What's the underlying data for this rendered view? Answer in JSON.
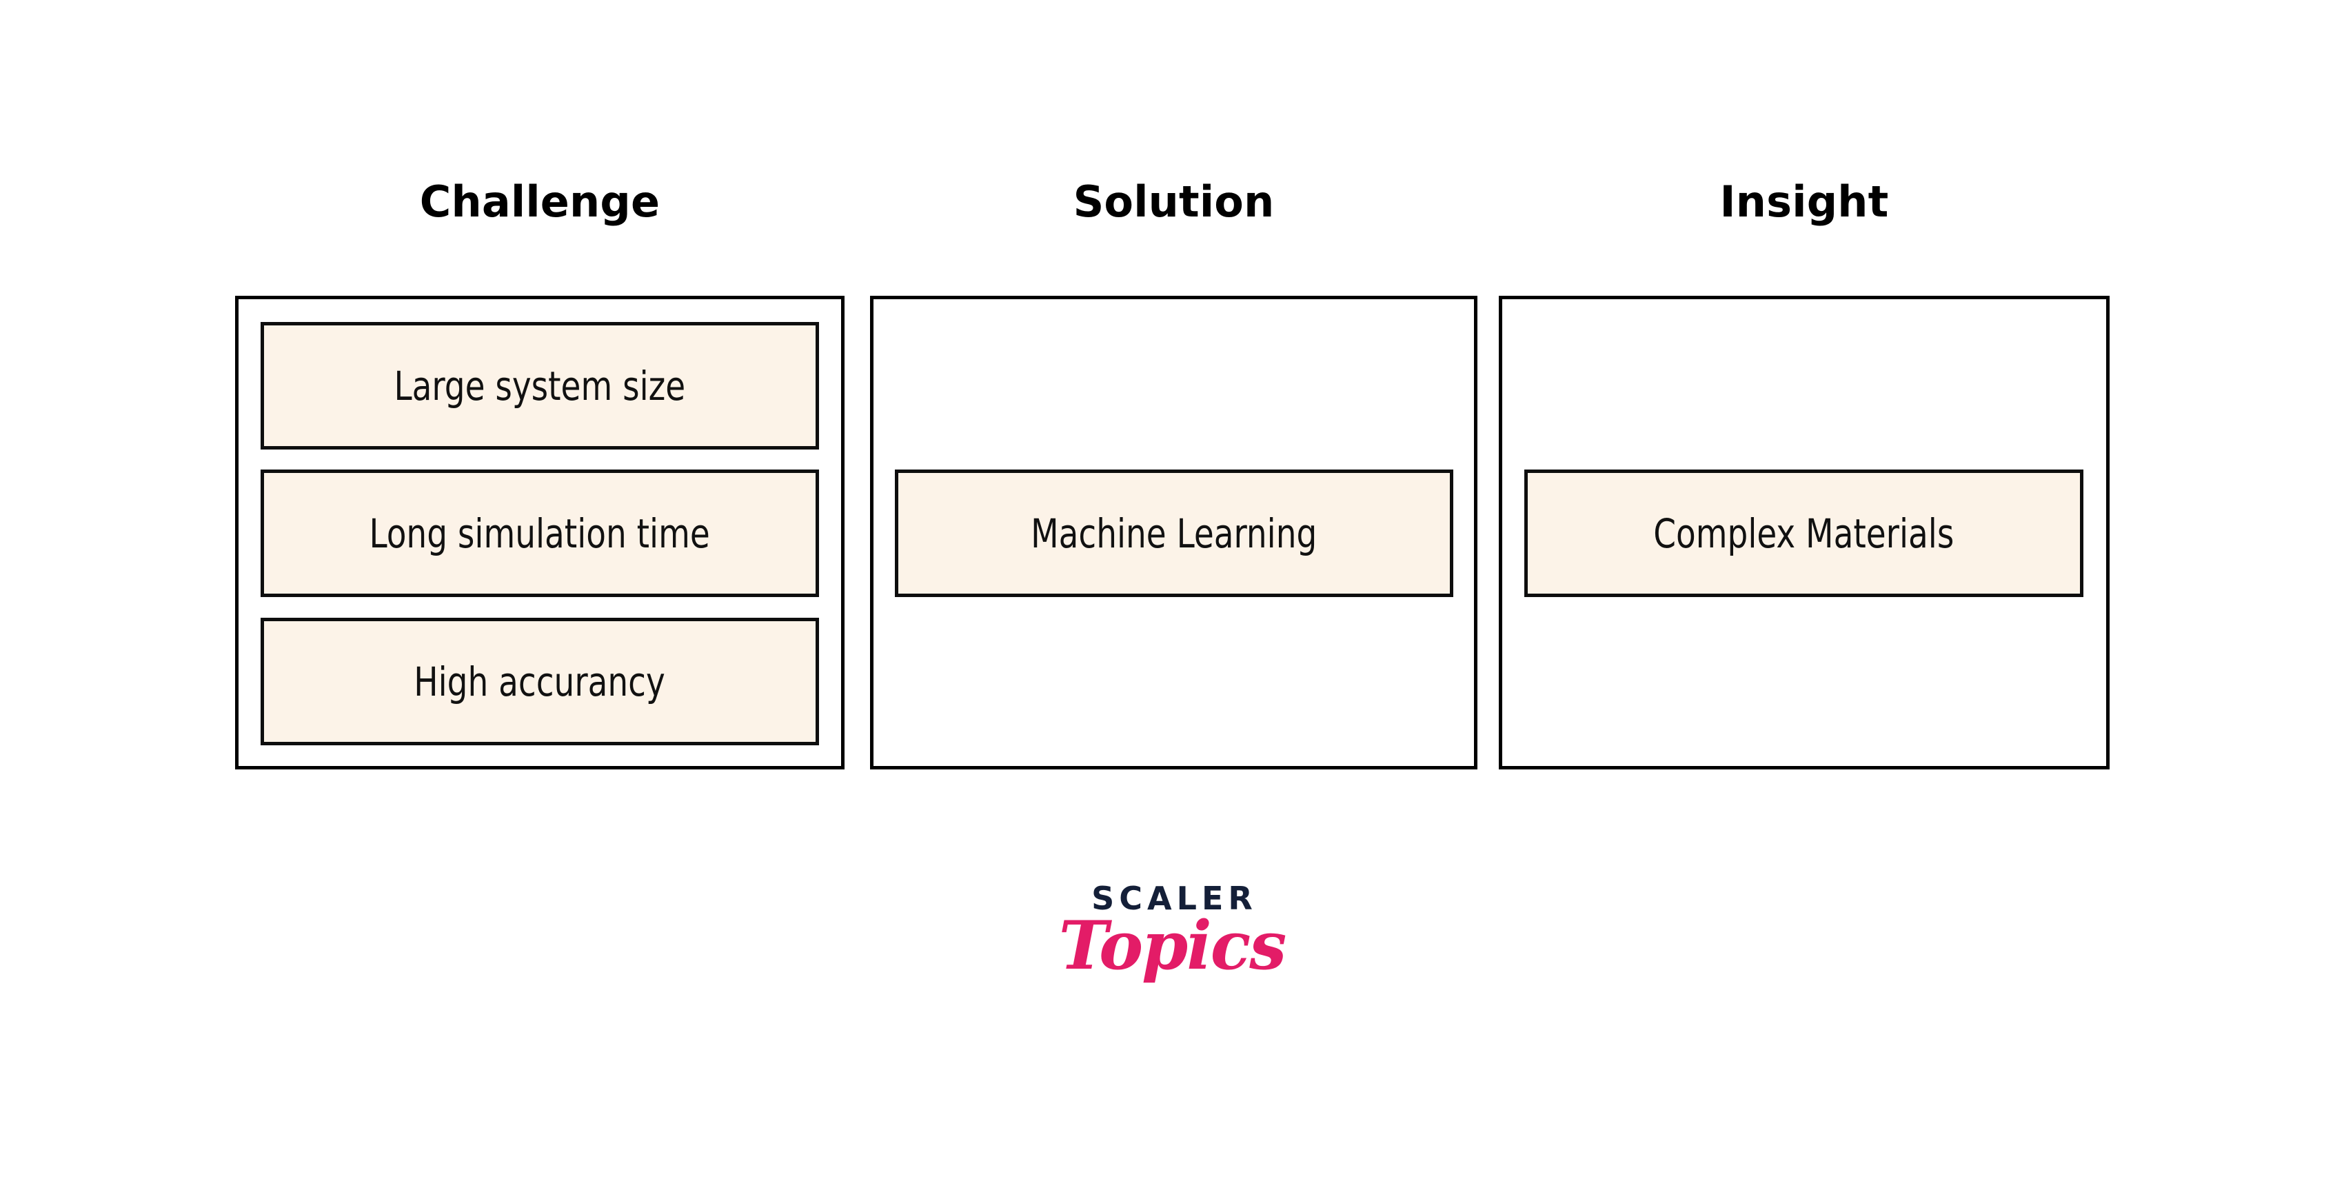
{
  "diagram": {
    "type": "three-column-concept-map",
    "background_color": "#ffffff",
    "box_fill_color": "#FCF3E8",
    "box_border_color": "#0e0e0e",
    "columns": [
      {
        "id": "challenge",
        "header": "Challenge",
        "items": [
          {
            "label": "Large system size"
          },
          {
            "label": "Long simulation time"
          },
          {
            "label": "High accurancy"
          }
        ]
      },
      {
        "id": "solution",
        "header": "Solution",
        "items": [
          {
            "label": "Machine Learning"
          }
        ]
      },
      {
        "id": "insight",
        "header": "Insight",
        "items": [
          {
            "label": "Complex Materials"
          }
        ]
      }
    ]
  },
  "logo": {
    "wordmark": "SCALER",
    "script": "Topics",
    "wordmark_color": "#141F38",
    "script_color": "#E31C67"
  }
}
